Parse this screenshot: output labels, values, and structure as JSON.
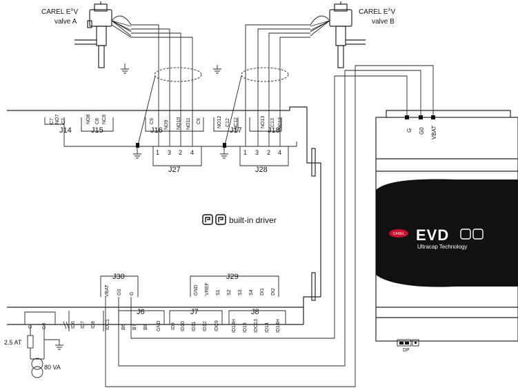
{
  "valves": [
    {
      "line1": "CAREL E",
      "sup": "X",
      "line1b": "V",
      "line2": "valve A"
    },
    {
      "line1": "CAREL E",
      "sup": "X",
      "line1b": "V",
      "line2": "valve B"
    }
  ],
  "top_connectors": [
    {
      "name": "J14",
      "pins": [
        "C7",
        "NO7",
        "C7"
      ]
    },
    {
      "name": "J15",
      "pins": [
        "NO8",
        "C8",
        "NC8"
      ]
    },
    {
      "name": "J16",
      "pins": [
        "C9",
        "NO9",
        "NO10",
        "NO11",
        "C9"
      ]
    },
    {
      "name": "J17",
      "pins": [
        "NO12",
        "C12",
        "NC12"
      ]
    },
    {
      "name": "J18",
      "pins": [
        "NO13",
        "C13",
        "NC13"
      ]
    }
  ],
  "valve_connectors": [
    {
      "name": "J27",
      "pins": [
        "1",
        "3",
        "2",
        "4"
      ]
    },
    {
      "name": "J28",
      "pins": [
        "1",
        "3",
        "2",
        "4"
      ]
    }
  ],
  "supply_pins": [
    "G",
    "G0",
    "VBAT"
  ],
  "built_in_label": "built-in driver",
  "evd": {
    "brand": "CAREL",
    "logo": "EVD",
    "sub": "Ultracap Technology",
    "dp": "DP"
  },
  "bottom_connectors": {
    "J30": {
      "name": "J30",
      "pins": [
        "VBAT",
        "G0",
        "G"
      ]
    },
    "J29": {
      "name": "J29",
      "pins": [
        "GND",
        "VREF",
        "S1",
        "S2",
        "S3",
        "S4",
        "DI1",
        "DI2"
      ]
    },
    "left": {
      "pins": [
        "ID6",
        "ID7",
        "ID8",
        "IDC1"
      ]
    },
    "J6": {
      "name": "J6",
      "pins": [
        "B6",
        "B7",
        "B8",
        "GND"
      ]
    },
    "J7": {
      "name": "J7",
      "pins": [
        "ID9",
        "ID10",
        "ID11",
        "ID12",
        "IDC9"
      ]
    },
    "J8": {
      "name": "J8",
      "pins": [
        "ID13H",
        "ID13",
        "IDC13",
        "ID14",
        "ID14H"
      ]
    }
  },
  "power": {
    "g": "G",
    "g0": "G0",
    "fuse": "2.5 AT",
    "transformer": "80 VA"
  }
}
